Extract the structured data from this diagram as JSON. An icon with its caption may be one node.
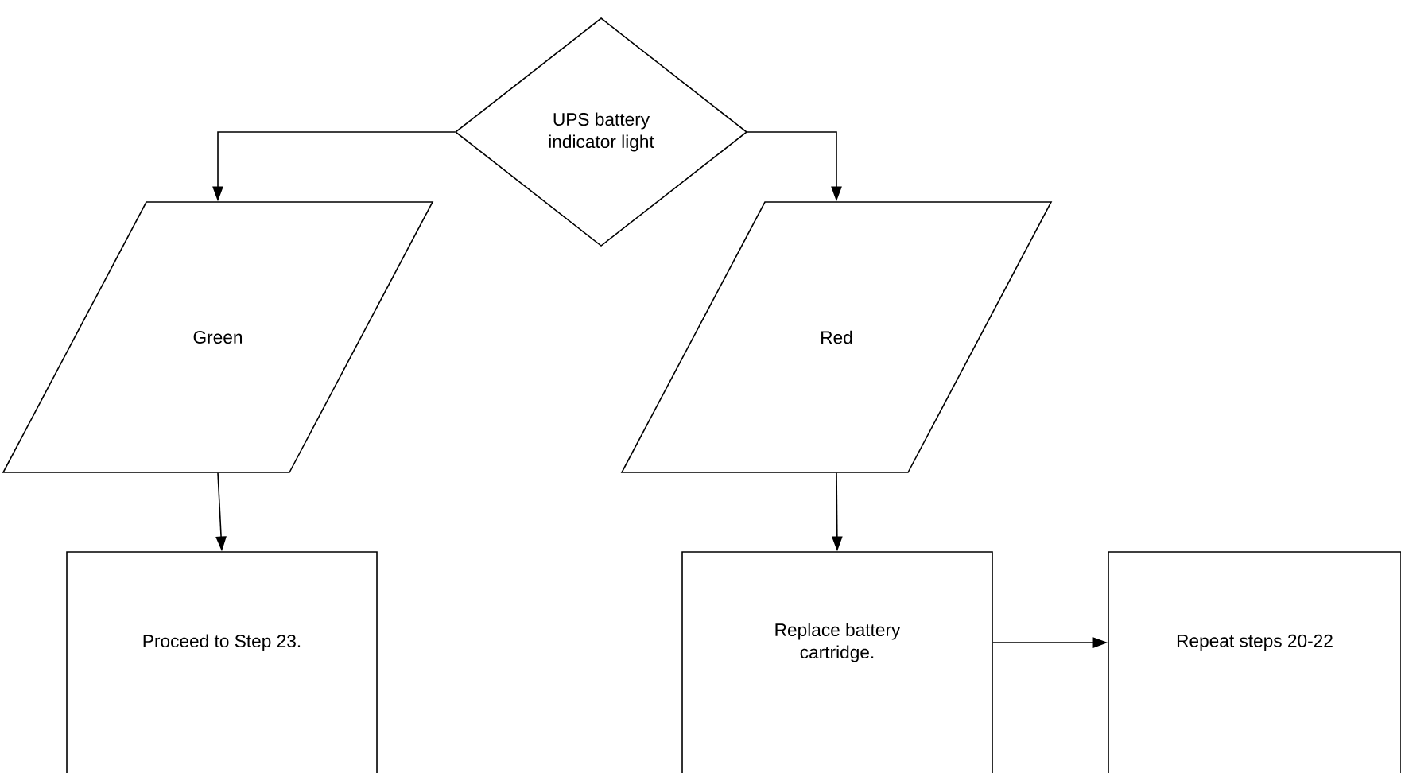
{
  "diagram": {
    "nodes": [
      {
        "text": [
          "UPS battery indicator light"
        ]
      },
      {
        "text": [
          "Green"
        ]
      },
      {
        "text": [
          "Red"
        ]
      },
      {
        "text": [
          "Proceed to Step 23."
        ]
      },
      {
        "text": [
          "Replace battery cartridge."
        ]
      },
      {
        "text": [
          "Repeat steps 20-22"
        ]
      }
    ],
    "edges": [
      {
        "from": 0,
        "to": 1,
        "arrow": "to"
      },
      {
        "from": 0,
        "to": 2,
        "arrow": "to"
      },
      {
        "from": 1,
        "to": 3,
        "arrow": "to"
      },
      {
        "from": 2,
        "to": 4,
        "arrow": "to"
      },
      {
        "from": 4,
        "to": 5,
        "arrow": "to"
      }
    ]
  }
}
